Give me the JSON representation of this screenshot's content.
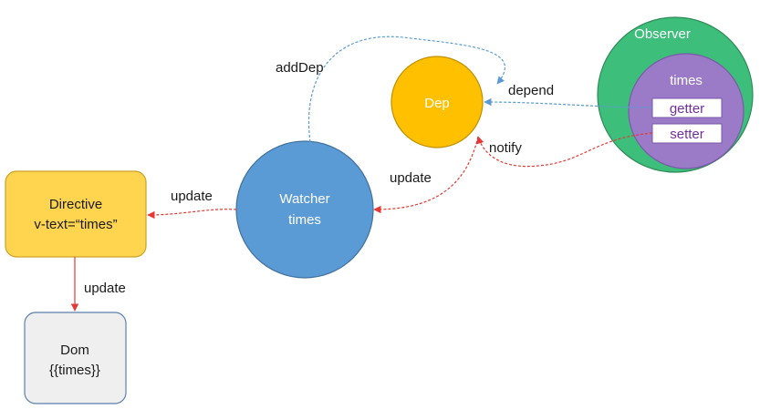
{
  "colors": {
    "directive_fill": "#FFD54F",
    "directive_stroke": "#C9A227",
    "dom_fill": "#EFEFEF",
    "dom_stroke": "#5B7FAE",
    "watcher_fill": "#5B9BD5",
    "watcher_stroke": "#41719C",
    "dep_fill": "#FFC000",
    "dep_stroke": "#BF9000",
    "observer_fill": "#3DBE7A",
    "observer_stroke": "#2E8B57",
    "times_fill": "#9B7BC8",
    "times_stroke": "#7A59A8",
    "box_text": "#7030A0",
    "red_arrow": "#E53935",
    "blue_dashed": "#5B9BD5"
  },
  "nodes": {
    "directive": {
      "line1": "Directive",
      "line2": "v-text=“times”"
    },
    "dom": {
      "line1": "Dom",
      "line2": "{{times}}"
    },
    "watcher": {
      "line1": "Watcher",
      "line2": "times"
    },
    "dep": {
      "label": "Dep"
    },
    "observer": {
      "label": "Observer"
    },
    "times": {
      "label": "times"
    },
    "getter": {
      "label": "getter"
    },
    "setter": {
      "label": "setter"
    }
  },
  "edges": {
    "add_dep": "addDep",
    "depend": "depend",
    "notify": "notify",
    "update_dep_watcher": "update",
    "update_watcher_directive": "update",
    "update_directive_dom": "update"
  }
}
